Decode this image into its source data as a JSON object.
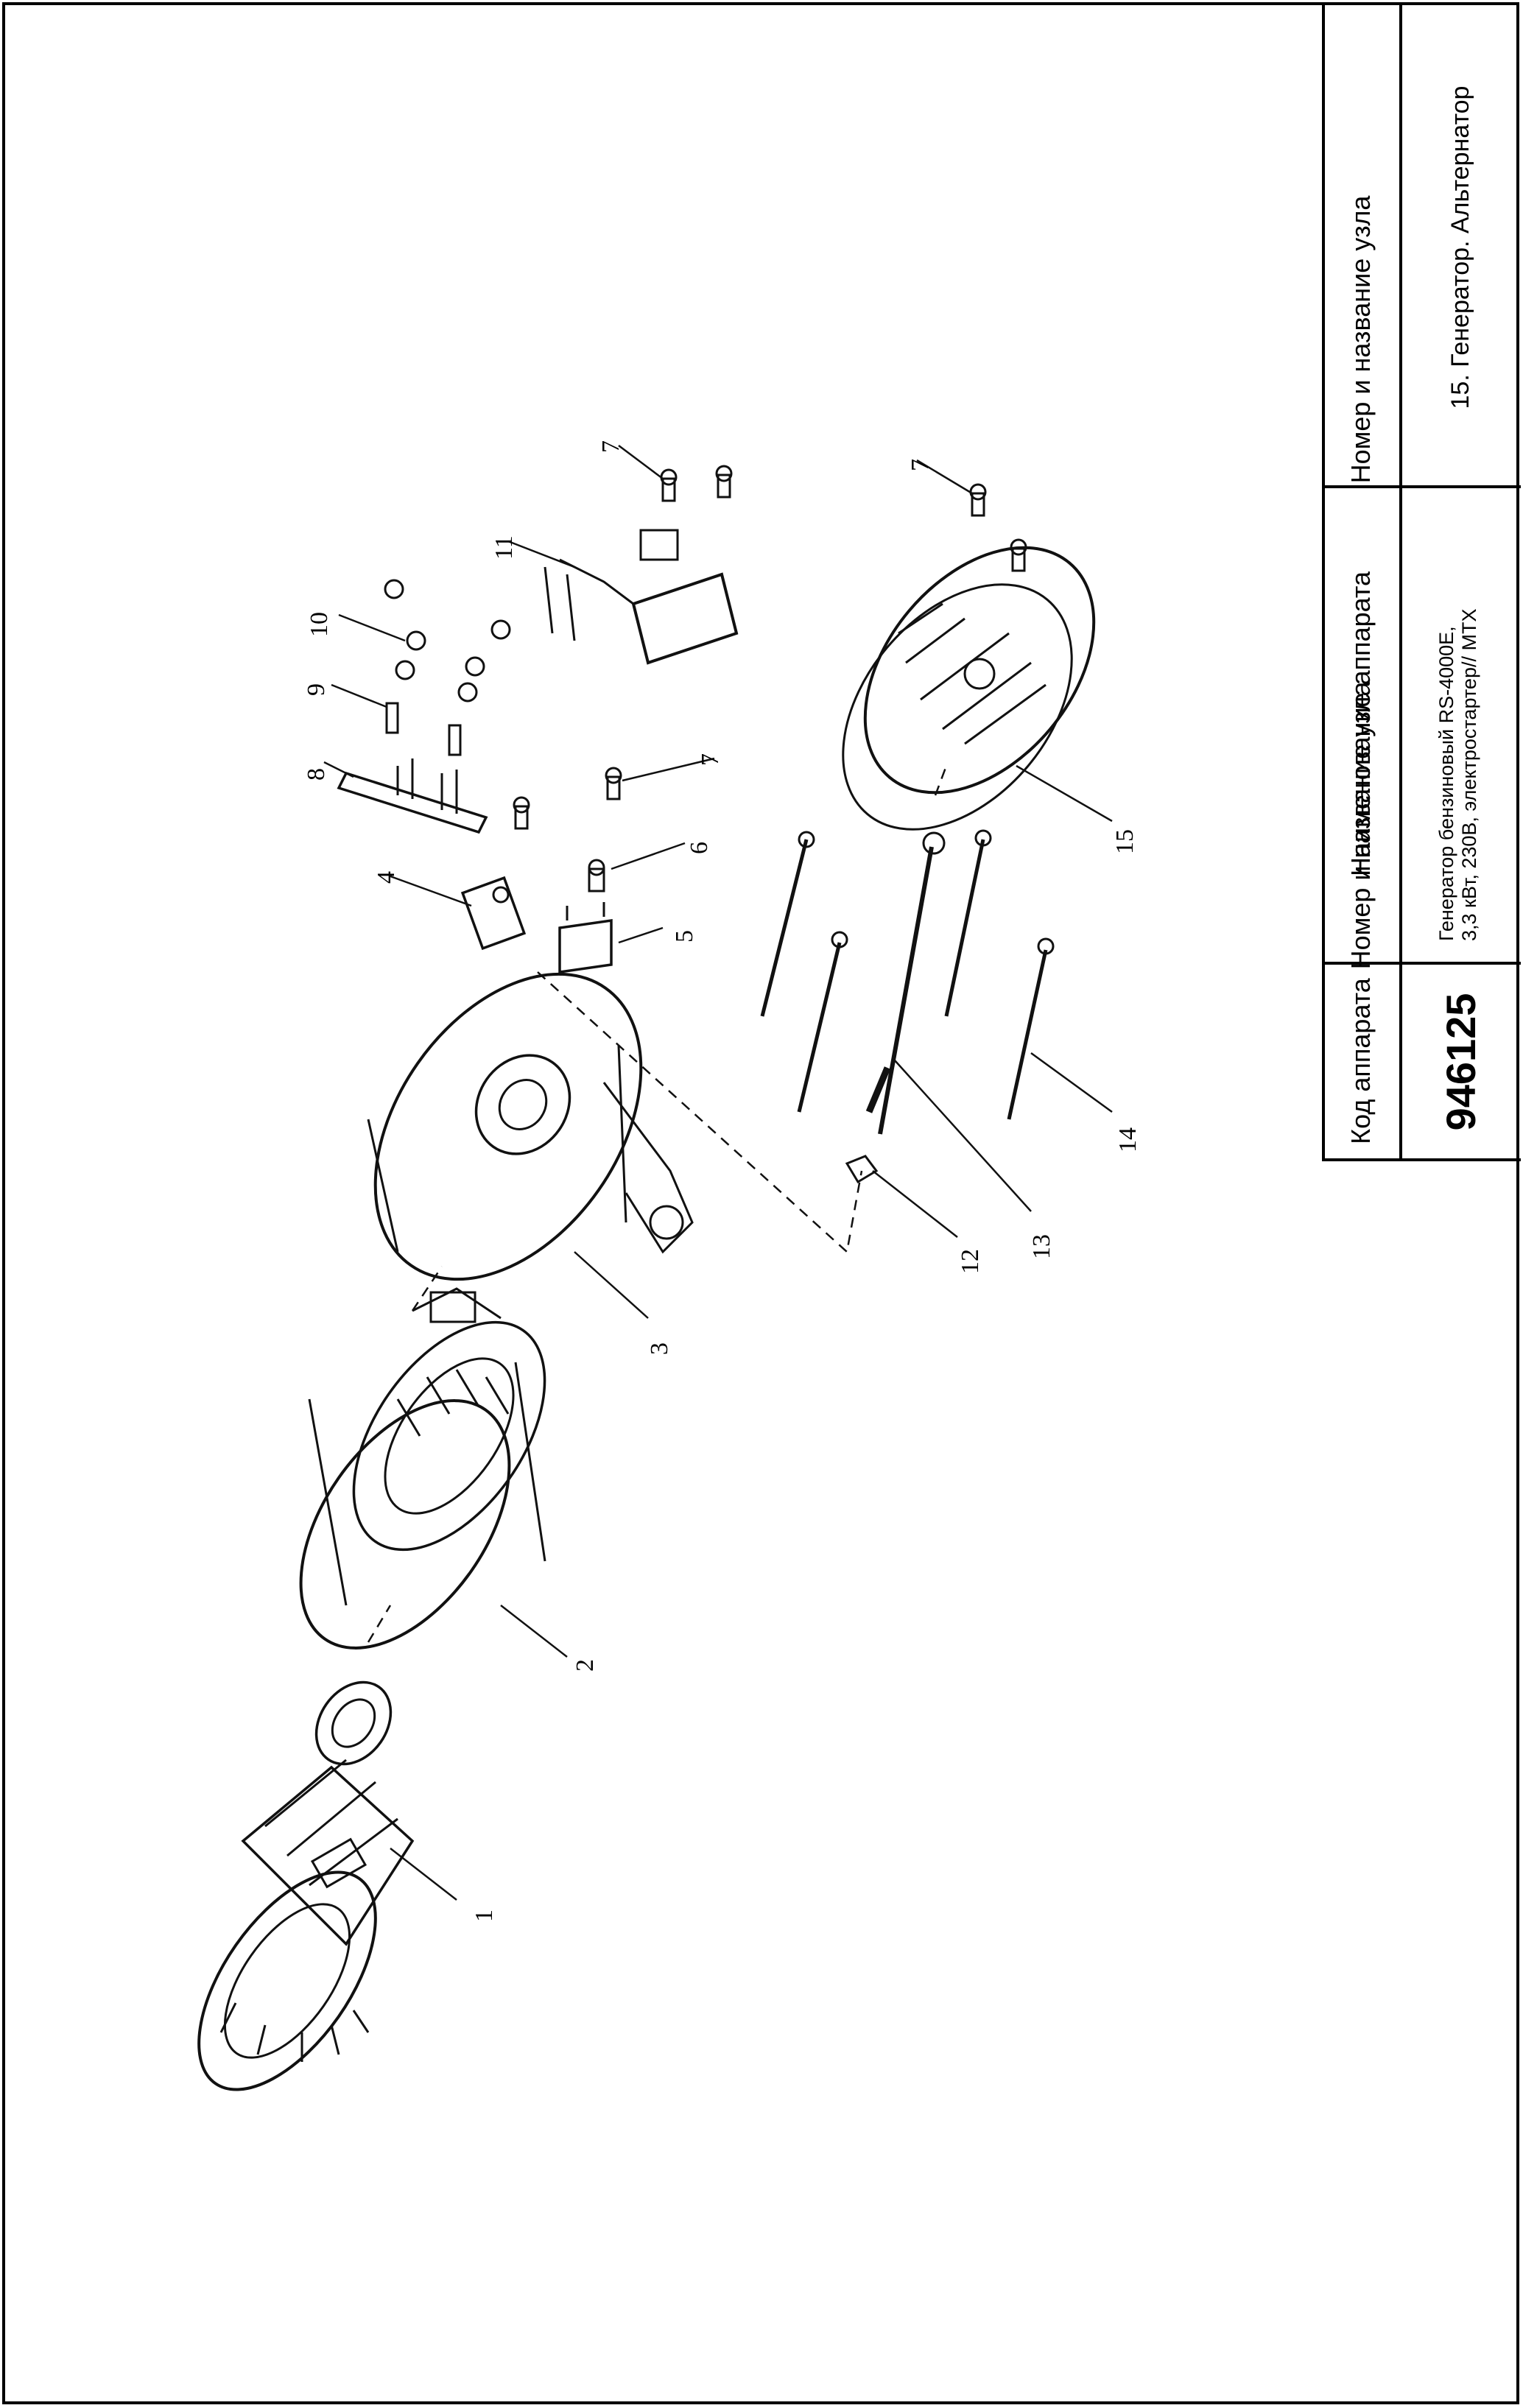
{
  "title_block": {
    "code_header": "Код аппарата",
    "code_value": "946125",
    "name_header": "Наименование аппарата",
    "name_line1": "Генератор бензиновый RS-4000E,",
    "name_line2": "3,3 кВт, 230В, электростартер// MTX",
    "node_header": "Номер и название узла",
    "node_value": "15. Генератор. Альтернатор"
  },
  "callouts": [
    "1",
    "2",
    "3",
    "4",
    "5",
    "6",
    "7",
    "7",
    "7",
    "8",
    "9",
    "10",
    "11",
    "12",
    "13",
    "14",
    "15"
  ]
}
